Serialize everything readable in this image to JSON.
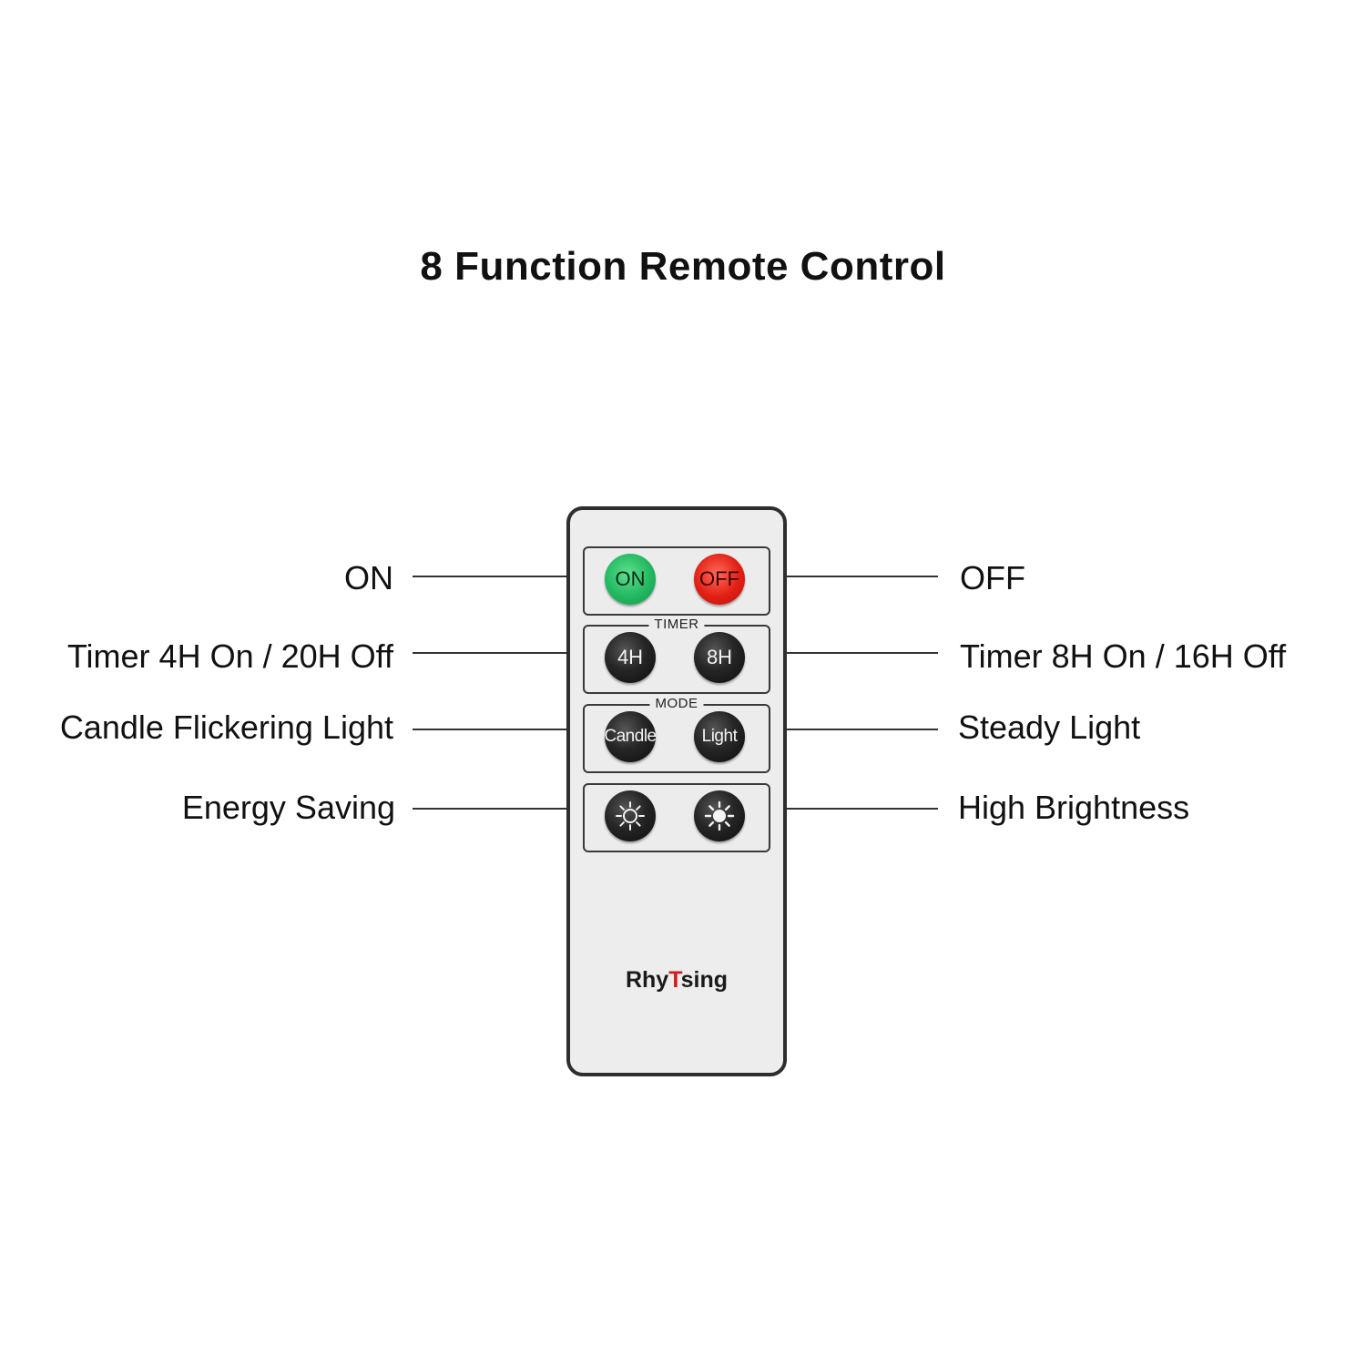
{
  "title": "8 Function Remote Control",
  "labels": {
    "left": [
      "ON",
      "Timer 4H On / 20H Off",
      "Candle Flickering Light",
      "Energy Saving"
    ],
    "right": [
      "OFF",
      "Timer 8H On / 16H Off",
      "Steady Light",
      "High Brightness"
    ]
  },
  "remote": {
    "groups": [
      {
        "label": "",
        "buttons": [
          "ON",
          "OFF"
        ]
      },
      {
        "label": "TIMER",
        "buttons": [
          "4H",
          "8H"
        ]
      },
      {
        "label": "MODE",
        "buttons": [
          "Candle",
          "Light"
        ]
      },
      {
        "label": "",
        "buttons": [
          "sun-dim-icon",
          "sun-bright-icon"
        ]
      }
    ],
    "logo": {
      "prefix": "Rhy",
      "mark": "T",
      "suffix": "sing"
    }
  },
  "colors": {
    "on": "#22b860",
    "off": "#e21f14",
    "button": "#1a1a1a",
    "body": "#ededed"
  }
}
